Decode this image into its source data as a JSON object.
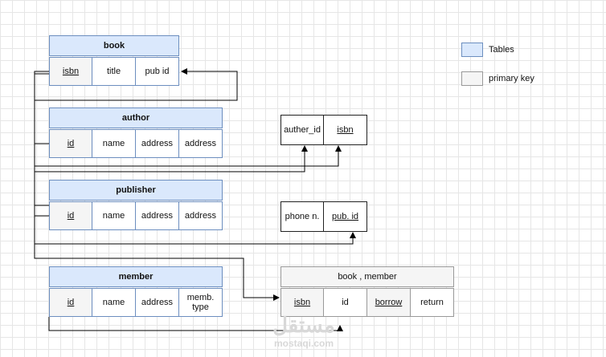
{
  "tables": {
    "book": {
      "title": "book",
      "cols": [
        "isbn",
        "title",
        "pub id"
      ]
    },
    "author": {
      "title": "author",
      "cols": [
        "id",
        "name",
        "address",
        "address"
      ]
    },
    "publisher": {
      "title": "publisher",
      "cols": [
        "id",
        "name",
        "address",
        "address"
      ]
    },
    "member": {
      "title": "member",
      "cols": [
        "id",
        "name",
        "address",
        "memb. type"
      ]
    },
    "book_member": {
      "title": "book , member",
      "cols": [
        "isbn",
        "id",
        "borrow",
        "return"
      ]
    }
  },
  "relations": {
    "author_isbn": {
      "cols": [
        "auther_id",
        "isbn"
      ]
    },
    "phone": {
      "cols": [
        "phone n.",
        "pub. id"
      ]
    }
  },
  "legend": {
    "tables": "Tables",
    "primary_key": "primary key"
  },
  "colors": {
    "table_fill": "#dae8fc",
    "table_border": "#6c8ebf",
    "key_fill": "#f5f5f5",
    "key_border": "#999999"
  },
  "watermark": {
    "arabic": "مستقل",
    "latin": "mostaqi.com"
  }
}
